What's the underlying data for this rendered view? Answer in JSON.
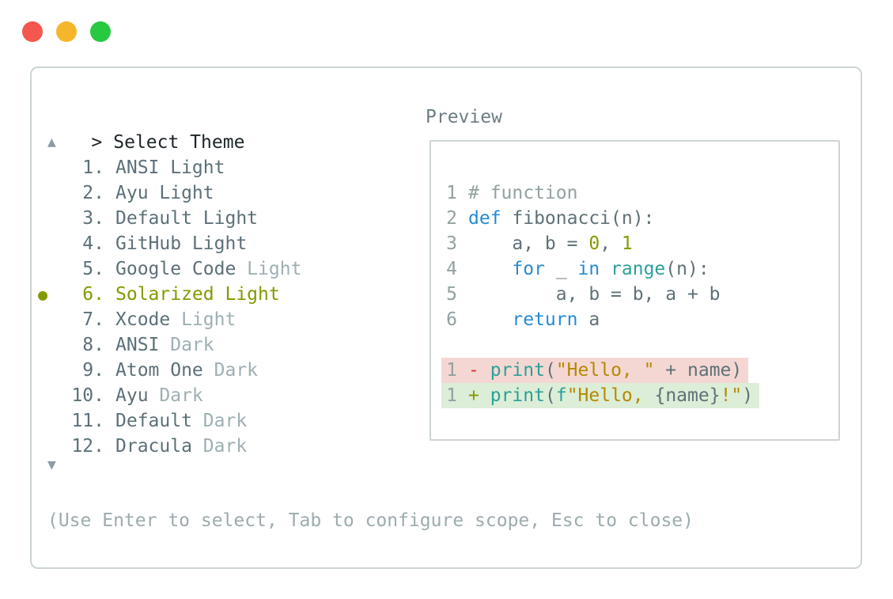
{
  "window": {
    "traffic_lights": [
      {
        "name": "close-button",
        "color": "#f4574e"
      },
      {
        "name": "minimize-button",
        "color": "#f5b62c"
      },
      {
        "name": "zoom-button",
        "color": "#27c93f"
      }
    ]
  },
  "selector": {
    "prompt": ">",
    "title": "Select Theme",
    "scroll_up_icon": "▲",
    "scroll_down_icon": "▼",
    "bullet_icon": "●",
    "items": [
      {
        "number": "1",
        "selected": false,
        "label_parts": [
          {
            "text": "ANSI Light",
            "style": "name"
          }
        ]
      },
      {
        "number": "2",
        "selected": false,
        "label_parts": [
          {
            "text": "Ayu Light",
            "style": "name"
          }
        ]
      },
      {
        "number": "3",
        "selected": false,
        "label_parts": [
          {
            "text": "Default Light",
            "style": "name"
          }
        ]
      },
      {
        "number": "4",
        "selected": false,
        "label_parts": [
          {
            "text": "GitHub Light",
            "style": "name"
          }
        ]
      },
      {
        "number": "5",
        "selected": false,
        "label_parts": [
          {
            "text": "Google Code",
            "style": "name"
          },
          {
            "text": " Light",
            "style": "muted"
          }
        ]
      },
      {
        "number": "6",
        "selected": true,
        "label_parts": [
          {
            "text": "Solarized Light",
            "style": "name"
          }
        ]
      },
      {
        "number": "7",
        "selected": false,
        "label_parts": [
          {
            "text": "Xcode",
            "style": "name"
          },
          {
            "text": " Light",
            "style": "muted"
          }
        ]
      },
      {
        "number": "8",
        "selected": false,
        "label_parts": [
          {
            "text": "ANSI",
            "style": "name"
          },
          {
            "text": " Dark",
            "style": "muted"
          }
        ]
      },
      {
        "number": "9",
        "selected": false,
        "label_parts": [
          {
            "text": "Atom One",
            "style": "name"
          },
          {
            "text": " Dark",
            "style": "muted"
          }
        ]
      },
      {
        "number": "10",
        "selected": false,
        "label_parts": [
          {
            "text": "Ayu",
            "style": "name"
          },
          {
            "text": " Dark",
            "style": "muted"
          }
        ]
      },
      {
        "number": "11",
        "selected": false,
        "label_parts": [
          {
            "text": "Default",
            "style": "name"
          },
          {
            "text": " Dark",
            "style": "muted"
          }
        ]
      },
      {
        "number": "12",
        "selected": false,
        "label_parts": [
          {
            "text": "Dracula",
            "style": "name"
          },
          {
            "text": " Dark",
            "style": "muted"
          }
        ]
      }
    ],
    "hint": "(Use Enter to select, Tab to configure scope, Esc to close)"
  },
  "preview": {
    "label": "Preview",
    "lines": [
      {
        "name": "code-line-1",
        "num": "1",
        "bg": null,
        "tokens": [
          {
            "text": "# function",
            "style": "comment"
          }
        ]
      },
      {
        "name": "code-line-2",
        "num": "2",
        "bg": null,
        "tokens": [
          {
            "text": "def",
            "style": "kw"
          },
          {
            "text": " fibonacci(n):",
            "style": "body"
          }
        ]
      },
      {
        "name": "code-line-3",
        "num": "3",
        "bg": null,
        "tokens": [
          {
            "text": "    a, b = ",
            "style": "body"
          },
          {
            "text": "0",
            "style": "num"
          },
          {
            "text": ", ",
            "style": "body"
          },
          {
            "text": "1",
            "style": "num"
          }
        ]
      },
      {
        "name": "code-line-4",
        "num": "4",
        "bg": null,
        "tokens": [
          {
            "text": "    ",
            "style": "body"
          },
          {
            "text": "for",
            "style": "kw"
          },
          {
            "text": " _ ",
            "style": "body"
          },
          {
            "text": "in",
            "style": "kw"
          },
          {
            "text": " ",
            "style": "body"
          },
          {
            "text": "range",
            "style": "fn"
          },
          {
            "text": "(n):",
            "style": "body"
          }
        ]
      },
      {
        "name": "code-line-5",
        "num": "5",
        "bg": null,
        "tokens": [
          {
            "text": "        a, b = b, a + b",
            "style": "body"
          }
        ]
      },
      {
        "name": "code-line-6",
        "num": "6",
        "bg": null,
        "tokens": [
          {
            "text": "    ",
            "style": "body"
          },
          {
            "text": "return",
            "style": "kw"
          },
          {
            "text": " a",
            "style": "body"
          }
        ]
      },
      {
        "name": "code-blank-line",
        "num": "",
        "bg": null,
        "tokens": []
      },
      {
        "name": "diff-removed-line",
        "num": "1",
        "bg": "removed",
        "tokens": [
          {
            "text": "-",
            "style": "del"
          },
          {
            "text": " ",
            "style": "body"
          },
          {
            "text": "print",
            "style": "fn"
          },
          {
            "text": "(",
            "style": "body"
          },
          {
            "text": "\"Hello, \"",
            "style": "str"
          },
          {
            "text": " + name)",
            "style": "body"
          }
        ]
      },
      {
        "name": "diff-added-line",
        "num": "1",
        "bg": "added",
        "tokens": [
          {
            "text": "+",
            "style": "ins"
          },
          {
            "text": " ",
            "style": "body"
          },
          {
            "text": "print",
            "style": "fn"
          },
          {
            "text": "(",
            "style": "body"
          },
          {
            "text": "f",
            "style": "fn"
          },
          {
            "text": "\"Hello, ",
            "style": "str"
          },
          {
            "text": "{name}",
            "style": "body"
          },
          {
            "text": "!\"",
            "style": "str"
          },
          {
            "text": ")",
            "style": "body"
          }
        ]
      }
    ]
  },
  "colors": {
    "panel_border": "#ccd4d6",
    "preview_border": "#cdd4d6",
    "title_text": "#1d2529",
    "preview_label_text": "#6b7d84",
    "item_name": "#5c7078",
    "item_muted_suffix": "#9eafb3",
    "selected_item": "#859900",
    "scroll_arrow": "#8c9ca2",
    "hint_text": "#9cabae",
    "line_number": "#93a1a1",
    "syntax_comment": "#93a1a1",
    "syntax_keyword": "#268bd2",
    "syntax_function": "#2aa198",
    "syntax_string": "#b58900",
    "syntax_number": "#859900",
    "syntax_body": "#5f7177",
    "diff_deletion": "#dc322f",
    "diff_insertion": "#859900",
    "diff_removed_bg": "#f4d7d3",
    "diff_added_bg": "#dcedd8",
    "traffic_red": "#f4574e",
    "traffic_yellow": "#f5b62c",
    "traffic_green": "#27c93f"
  }
}
